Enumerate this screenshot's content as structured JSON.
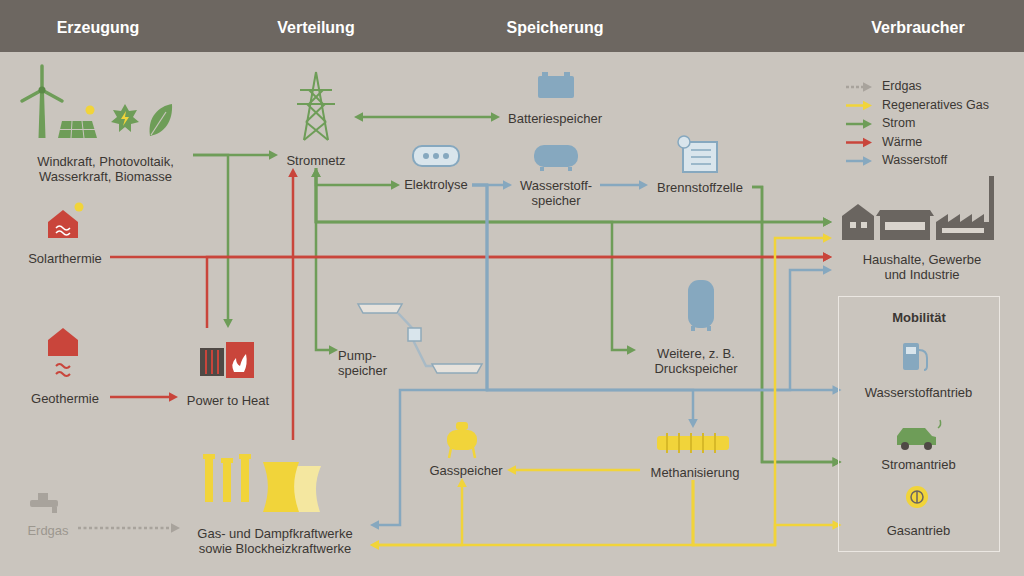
{
  "diagram": {
    "nodes": [
      {
        "text": [
          "Windkraft, Photovoltaik, Wasserkraft, Biomasse"
        ]
      },
      {
        "text": [
          "Stromnetz"
        ]
      },
      {
        "text": [
          "Batteriespeicher"
        ]
      },
      {
        "text": [
          "Elektrolyse"
        ]
      },
      {
        "text": [
          "Wasserstoff- speicher"
        ]
      },
      {
        "text": [
          "Brennstoffzelle"
        ]
      },
      {
        "text": [
          "Haushalte, Gewerbe und Industrie"
        ]
      },
      {
        "text": [
          "Solarthermie"
        ]
      },
      {
        "text": [
          "Geothermie"
        ]
      },
      {
        "text": [
          "Power to Heat"
        ]
      },
      {
        "text": [
          "Pump- speicher"
        ]
      },
      {
        "text": [
          "Weitere, z. B. Druckspeicher"
        ]
      },
      {
        "text": [
          "Mobilität"
        ]
      },
      {
        "text": [
          "Wasserstoffantrieb"
        ],
        "in": 12
      },
      {
        "text": [
          "Stromantrieb"
        ],
        "in": 12
      },
      {
        "text": [
          "Gasantrieb"
        ],
        "in": 12
      },
      {
        "text": [
          "Erdgas"
        ]
      },
      {
        "text": [
          "Gas- und Dampfkraftwerke sowie Blockheizkraftwerke"
        ]
      },
      {
        "text": [
          "Gasspeicher"
        ]
      },
      {
        "text": [
          "Methanisierung"
        ]
      }
    ],
    "edges": [
      {
        "from": 0,
        "to": 1,
        "arrow": "to"
      },
      {
        "from": 0,
        "to": 9,
        "arrow": "to"
      },
      {
        "from": 1,
        "to": 2,
        "arrow": "both"
      },
      {
        "from": 1,
        "to": 3,
        "arrow": "to"
      },
      {
        "from": 1,
        "to": 6,
        "arrow": "to"
      },
      {
        "from": 1,
        "to": 10,
        "arrow": "both"
      },
      {
        "from": 1,
        "to": 11,
        "arrow": "both"
      },
      {
        "from": 1,
        "to": 14,
        "arrow": "to"
      },
      {
        "from": 3,
        "to": 4,
        "arrow": "to"
      },
      {
        "from": 4,
        "to": 5,
        "arrow": "to"
      },
      {
        "from": 5,
        "to": 6,
        "arrow": "to"
      },
      {
        "from": 5,
        "to": 14,
        "arrow": "to"
      },
      {
        "from": 7,
        "to": 6,
        "arrow": "to"
      },
      {
        "from": 8,
        "to": 9,
        "arrow": "to"
      },
      {
        "from": 9,
        "to": 6,
        "arrow": "to"
      },
      {
        "from": 17,
        "to": 1,
        "arrow": "to"
      },
      {
        "from": 16,
        "to": 17,
        "arrow": "to"
      },
      {
        "from": 3,
        "to": 17,
        "arrow": "to"
      },
      {
        "from": 3,
        "to": 13,
        "arrow": "to"
      },
      {
        "from": 3,
        "to": 19,
        "arrow": "to"
      },
      {
        "from": 3,
        "to": 6,
        "arrow": "to"
      },
      {
        "from": 19,
        "to": 18,
        "arrow": "to"
      },
      {
        "from": 18,
        "to": 17,
        "arrow": "both"
      },
      {
        "from": 19,
        "to": 17,
        "arrow": "to"
      },
      {
        "from": 19,
        "to": 6,
        "arrow": "to"
      },
      {
        "from": 19,
        "to": 15,
        "arrow": "to"
      }
    ],
    "labels": [
      "Erzeugung",
      "Verteilung",
      "Speicherung",
      "Verbraucher"
    ],
    "legend": [
      {
        "text": "Erdgas"
      },
      {
        "text": "Regeneratives Gas"
      },
      {
        "text": "Strom"
      },
      {
        "text": "Wärme"
      },
      {
        "text": "Wasserstoff"
      }
    ]
  }
}
